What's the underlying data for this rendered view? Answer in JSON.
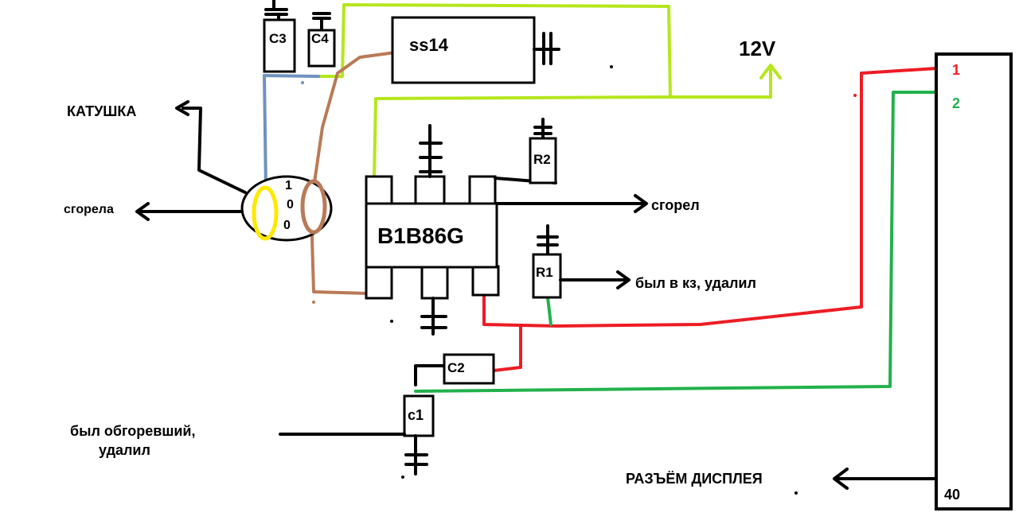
{
  "diagram": {
    "colors": {
      "wire_12v": "#b5e61d",
      "wire_red": "#ed1c24",
      "wire_green": "#22b14c",
      "wire_brown": "#b97a57",
      "wire_blue": "#7092be",
      "coil_yellow": "#ffe800",
      "line": "#000000"
    },
    "components": {
      "c3": "C3",
      "c4": "C4",
      "ss14": "ss14",
      "r2": "R2",
      "r1": "R1",
      "c2": "C2",
      "c1": "c1",
      "ic": "B1B86G",
      "coil_value_lines": [
        "1",
        "0",
        "0"
      ]
    },
    "labels": {
      "power": "12V",
      "coil": "КАТУШКА",
      "burned_coil": "сгорела",
      "burned_ic": "сгорел",
      "r1_note": "был в кз, удалил",
      "c1_note_lines": [
        "был обгоревший,",
        "удалил"
      ],
      "connector": "РАЗЪЁМ ДИСПЛЕЯ"
    },
    "connector_pins": {
      "pin1": "1",
      "pin2": "2",
      "pin40": "40"
    }
  }
}
